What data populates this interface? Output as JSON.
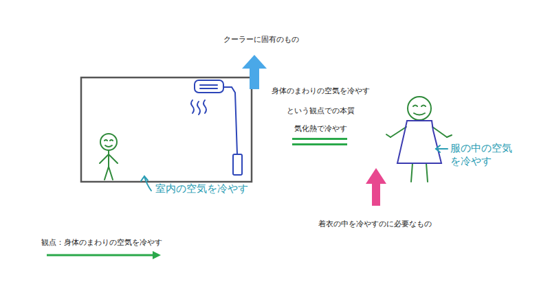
{
  "diagram": {
    "labels": [
      "クーラーに固有のもの",
      "身体のまわりの空気を冷やす",
      "という観点での本質",
      "気化熱で冷やす",
      "室内の空気を冷やす",
      "服の中の空気を冷やす",
      "着衣の中を冷やすのに必要なもの",
      "観点：身体のまわりの空気を冷やす"
    ]
  }
}
